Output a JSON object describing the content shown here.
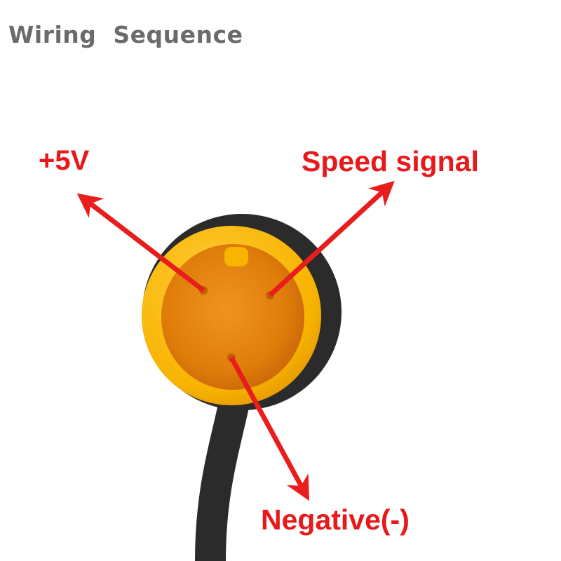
{
  "title": "Wiring  Sequence",
  "labels": {
    "positive": "+5V",
    "speed": "Speed signal",
    "negative": "Negative(-)"
  },
  "colors": {
    "title_text": "#6b6b6b",
    "label_text": "#e8191b",
    "arrow": "#ea1d1d",
    "connector_housing": "#f7b400",
    "connector_face": "#e7860a",
    "cable": "#2b2b2b"
  },
  "icons": {
    "arrow": "arrow-icon",
    "connector": "three-pin-connector-icon"
  }
}
